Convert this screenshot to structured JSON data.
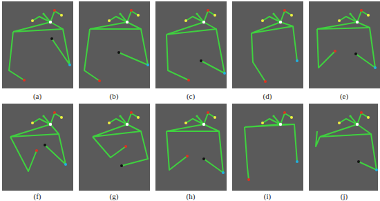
{
  "diagram": {
    "labels": [
      "(a)",
      "(b)",
      "(c)",
      "(d)",
      "(e)",
      "(f)",
      "(g)",
      "(h)",
      "(i)",
      "(j)"
    ]
  }
}
